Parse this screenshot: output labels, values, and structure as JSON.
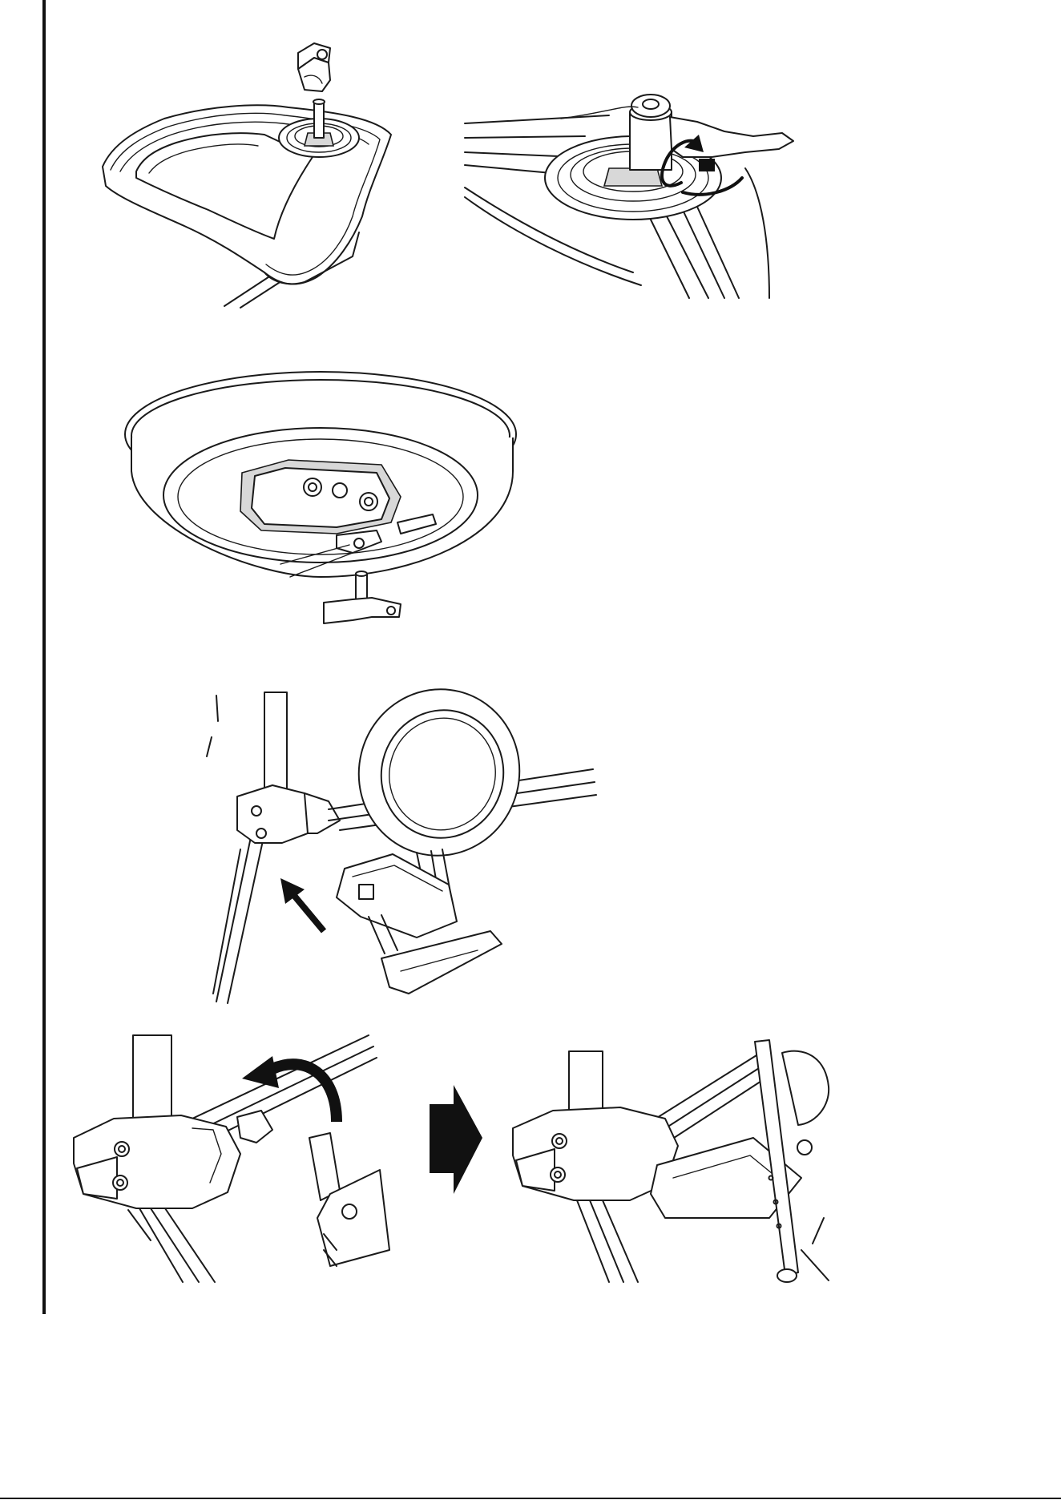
{
  "page": {
    "background": "#ffffff",
    "line_color": "#1a1a1a",
    "accent": "#111111"
  },
  "figures": [
    {
      "id": "fig-1",
      "subject": "pad-base-with-clamp"
    },
    {
      "id": "fig-2",
      "subject": "clamp-rotate"
    },
    {
      "id": "fig-3",
      "subject": "pad-underside-with-drum-key"
    },
    {
      "id": "fig-4",
      "subject": "mount-pad-to-stand"
    },
    {
      "id": "fig-5a",
      "subject": "hook-bracket-rotate"
    },
    {
      "id": "fig-5b",
      "subject": "bracket-attached"
    }
  ],
  "icons": [
    "drum-key-icon",
    "rotate-arrow-icon",
    "push-arrow-icon",
    "next-step-arrow-icon",
    "curved-arrow-icon"
  ]
}
